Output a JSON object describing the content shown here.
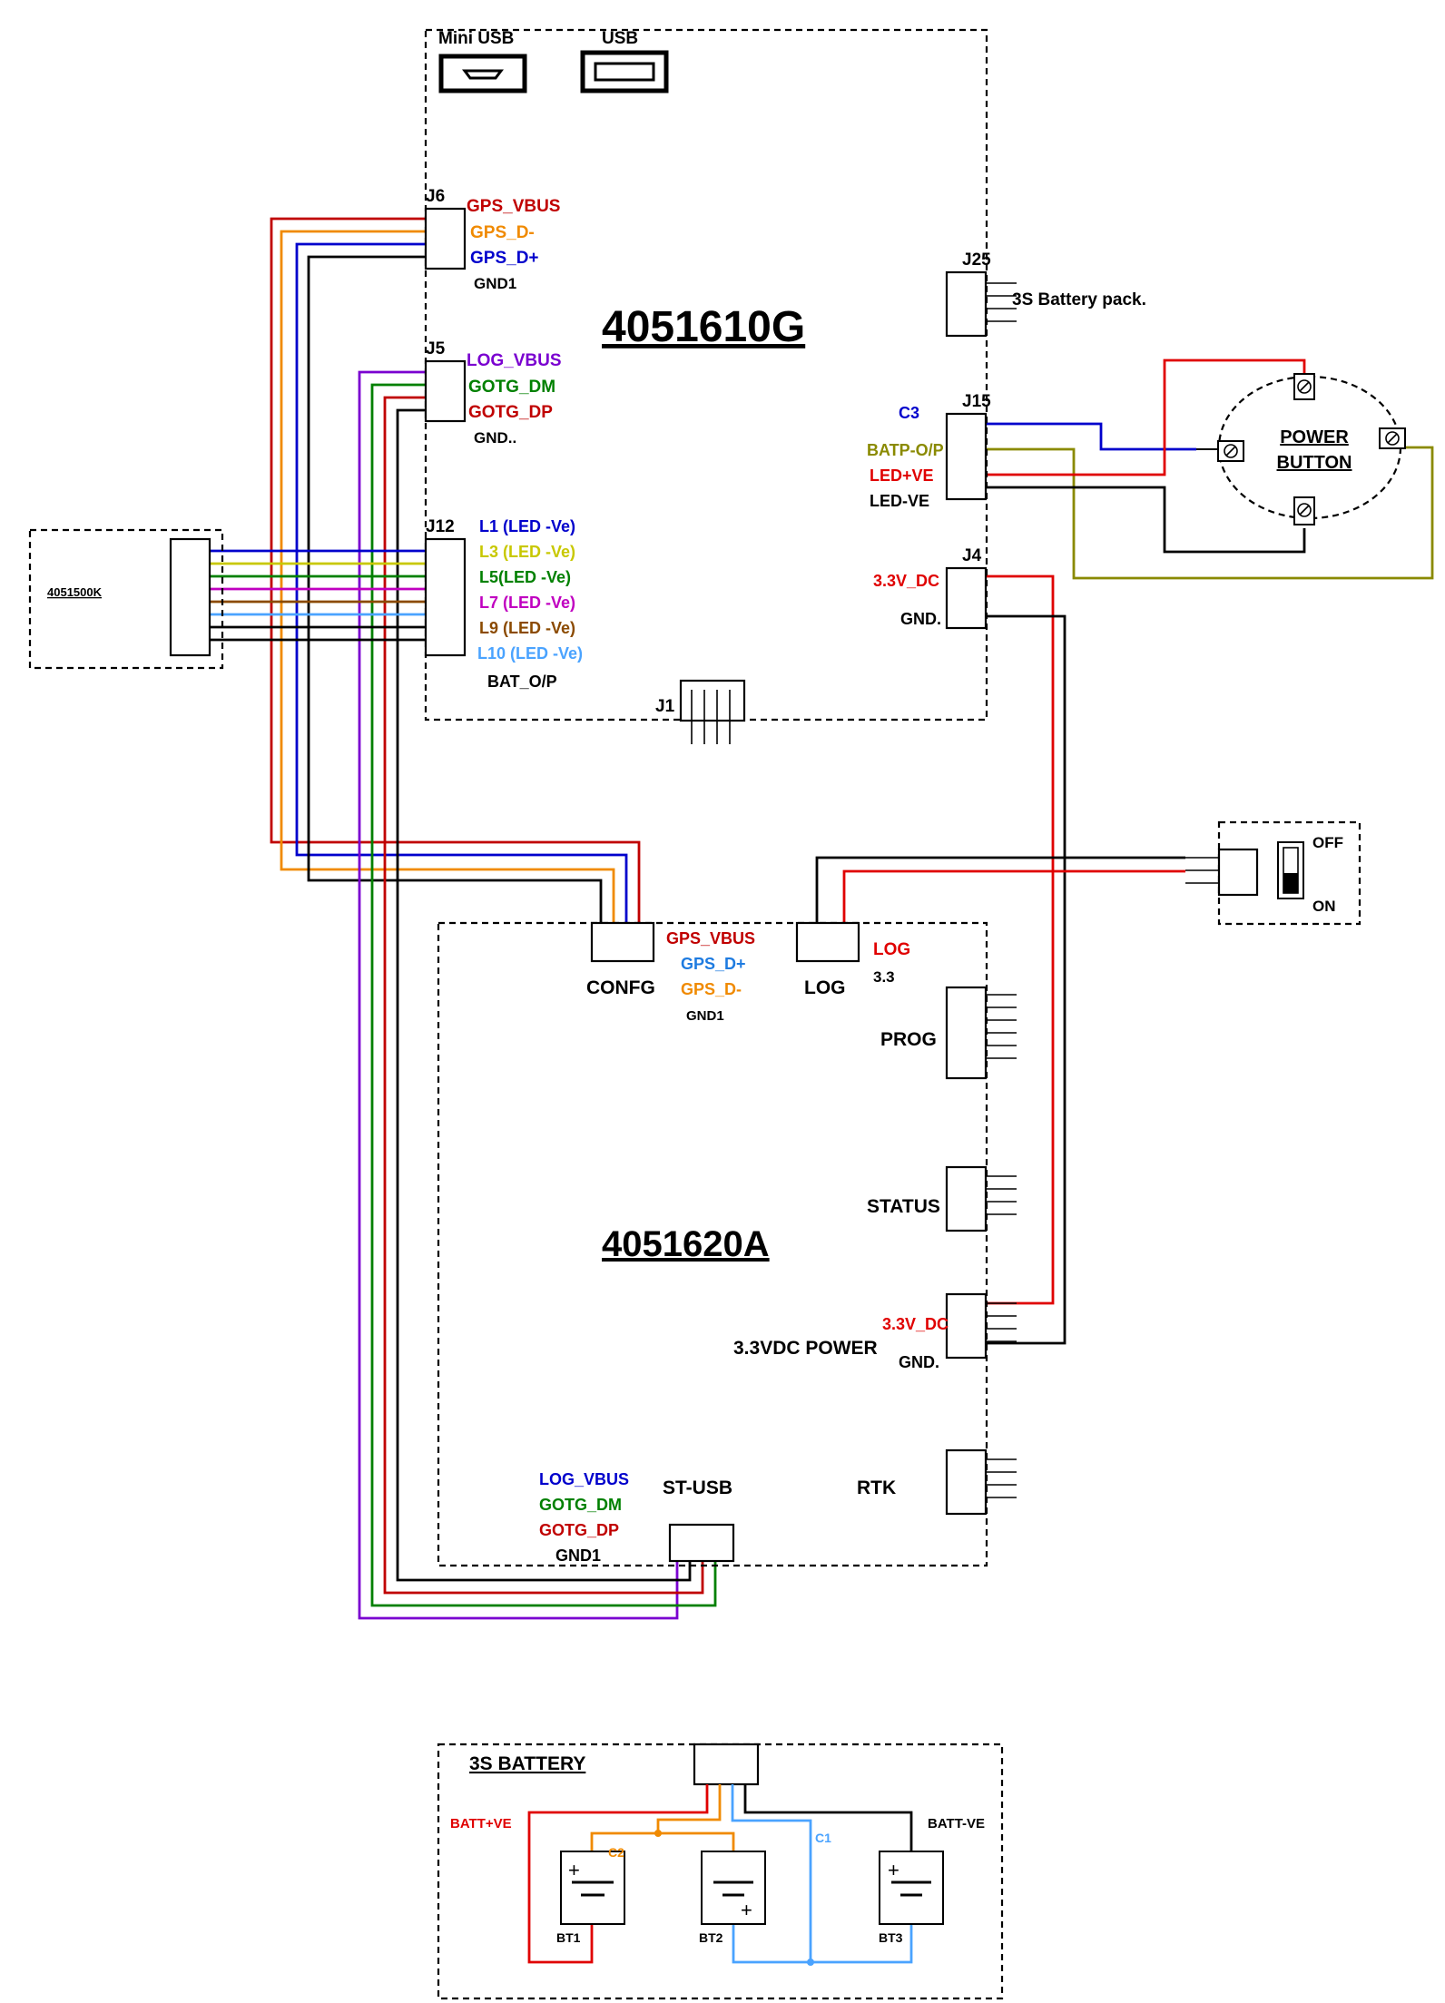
{
  "colors": {
    "red": "#e00000",
    "dark_red": "#c00000",
    "orange": "#f08a00",
    "blue": "#0000cc",
    "light_blue": "#4aa3ff",
    "purple": "#7a00d0",
    "green": "#008000",
    "olive": "#8a8a00",
    "yellow": "#c8c800",
    "magenta": "#c000c0",
    "brown": "#8b4a00",
    "black": "#000000"
  },
  "boards": {
    "top": {
      "title": "4051610G"
    },
    "bottom": {
      "title": "4051620A"
    },
    "led_board": {
      "title": "4051500K"
    },
    "battery": {
      "title": "3S BATTERY"
    }
  },
  "ports": {
    "mini_usb": "Mini USB",
    "usb": "USB"
  },
  "connectors": {
    "j6": "J6",
    "j5": "J5",
    "j12": "J12",
    "j25": "J25",
    "j15": "J15",
    "j4": "J4",
    "j1": "J1",
    "confg": "CONFG",
    "log": "LOG",
    "prog": "PROG",
    "status": "STATUS",
    "power_3v3": "3.3VDC POWER",
    "rtk": "RTK",
    "st_usb": "ST-USB"
  },
  "signals": {
    "j6": [
      "GPS_VBUS",
      "GPS_D-",
      "GPS_D+",
      "GND1"
    ],
    "j5": [
      "LOG_VBUS",
      "GOTG_DM",
      "GOTG_DP",
      "GND.."
    ],
    "j12": [
      "L1 (LED -Ve)",
      "L3 (LED -Ve)",
      "L5(LED -Ve)",
      "L7 (LED -Ve)",
      "L9 (LED -Ve)",
      "L10 (LED -Ve)",
      "BAT_O/P"
    ],
    "j25": "3S Battery pack.",
    "j15": [
      "C3",
      "BATP-O/P",
      "LED+VE",
      "LED-VE"
    ],
    "j4": [
      "3.3V_DC",
      "GND."
    ],
    "confg": [
      "GPS_VBUS",
      "GPS_D+",
      "GPS_D-",
      "GND1"
    ],
    "log": [
      "LOG",
      "3.3"
    ],
    "power_3v3": [
      "3.3V_DC",
      "GND."
    ],
    "st_usb": [
      "LOG_VBUS",
      "GOTG_DM",
      "GOTG_DP",
      "GND1"
    ]
  },
  "power_button": {
    "label": [
      "POWER",
      "BUTTON"
    ]
  },
  "switch": {
    "off": "OFF",
    "on": "ON"
  },
  "battery_labels": {
    "batt_pos": "BATT+VE",
    "batt_neg": "BATT-VE",
    "c1": "C1",
    "c2": "C2",
    "cells": [
      "BT1",
      "BT2",
      "BT3"
    ]
  }
}
